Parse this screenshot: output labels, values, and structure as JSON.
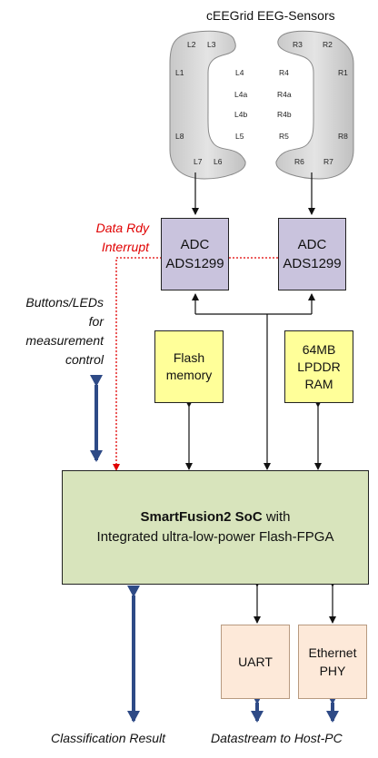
{
  "sensors": {
    "title": "cEEGrid EEG-Sensors",
    "left_electrodes": [
      "L2",
      "L3",
      "L1",
      "L4",
      "L4a",
      "L4b",
      "L5",
      "L8",
      "L7",
      "L6"
    ],
    "right_electrodes": [
      "R3",
      "R2",
      "R4",
      "R1",
      "R4a",
      "R4b",
      "R5",
      "R8",
      "R6",
      "R7"
    ]
  },
  "interrupt_label": [
    "Data Rdy",
    "Interrupt"
  ],
  "buttons_label": [
    "Buttons/LEDs",
    "for",
    "measurement",
    "control"
  ],
  "adc": [
    {
      "line1": "ADC",
      "line2": "ADS1299"
    },
    {
      "line1": "ADC",
      "line2": "ADS1299"
    }
  ],
  "flash": {
    "line1": "Flash",
    "line2": "memory"
  },
  "ram": {
    "line1": "64MB",
    "line2": "LPDDR",
    "line3": "RAM"
  },
  "soc": {
    "bold": "SmartFusion2 SoC",
    "rest": " with",
    "line2": "Integrated ultra-low-power Flash-FPGA"
  },
  "uart": {
    "label": "UART"
  },
  "ethernet": {
    "line1": "Ethernet",
    "line2": "PHY"
  },
  "bottom": {
    "classification": "Classification Result",
    "datastream": "Datastream to Host-PC"
  },
  "colors": {
    "interrupt": "#e00000",
    "thick_arrow": "#2e4a86",
    "adc_fill": "#c9c3dd",
    "soc_fill": "#d8e4bc",
    "memory_fill": "#ffff99",
    "io_fill": "#fde9d9"
  }
}
